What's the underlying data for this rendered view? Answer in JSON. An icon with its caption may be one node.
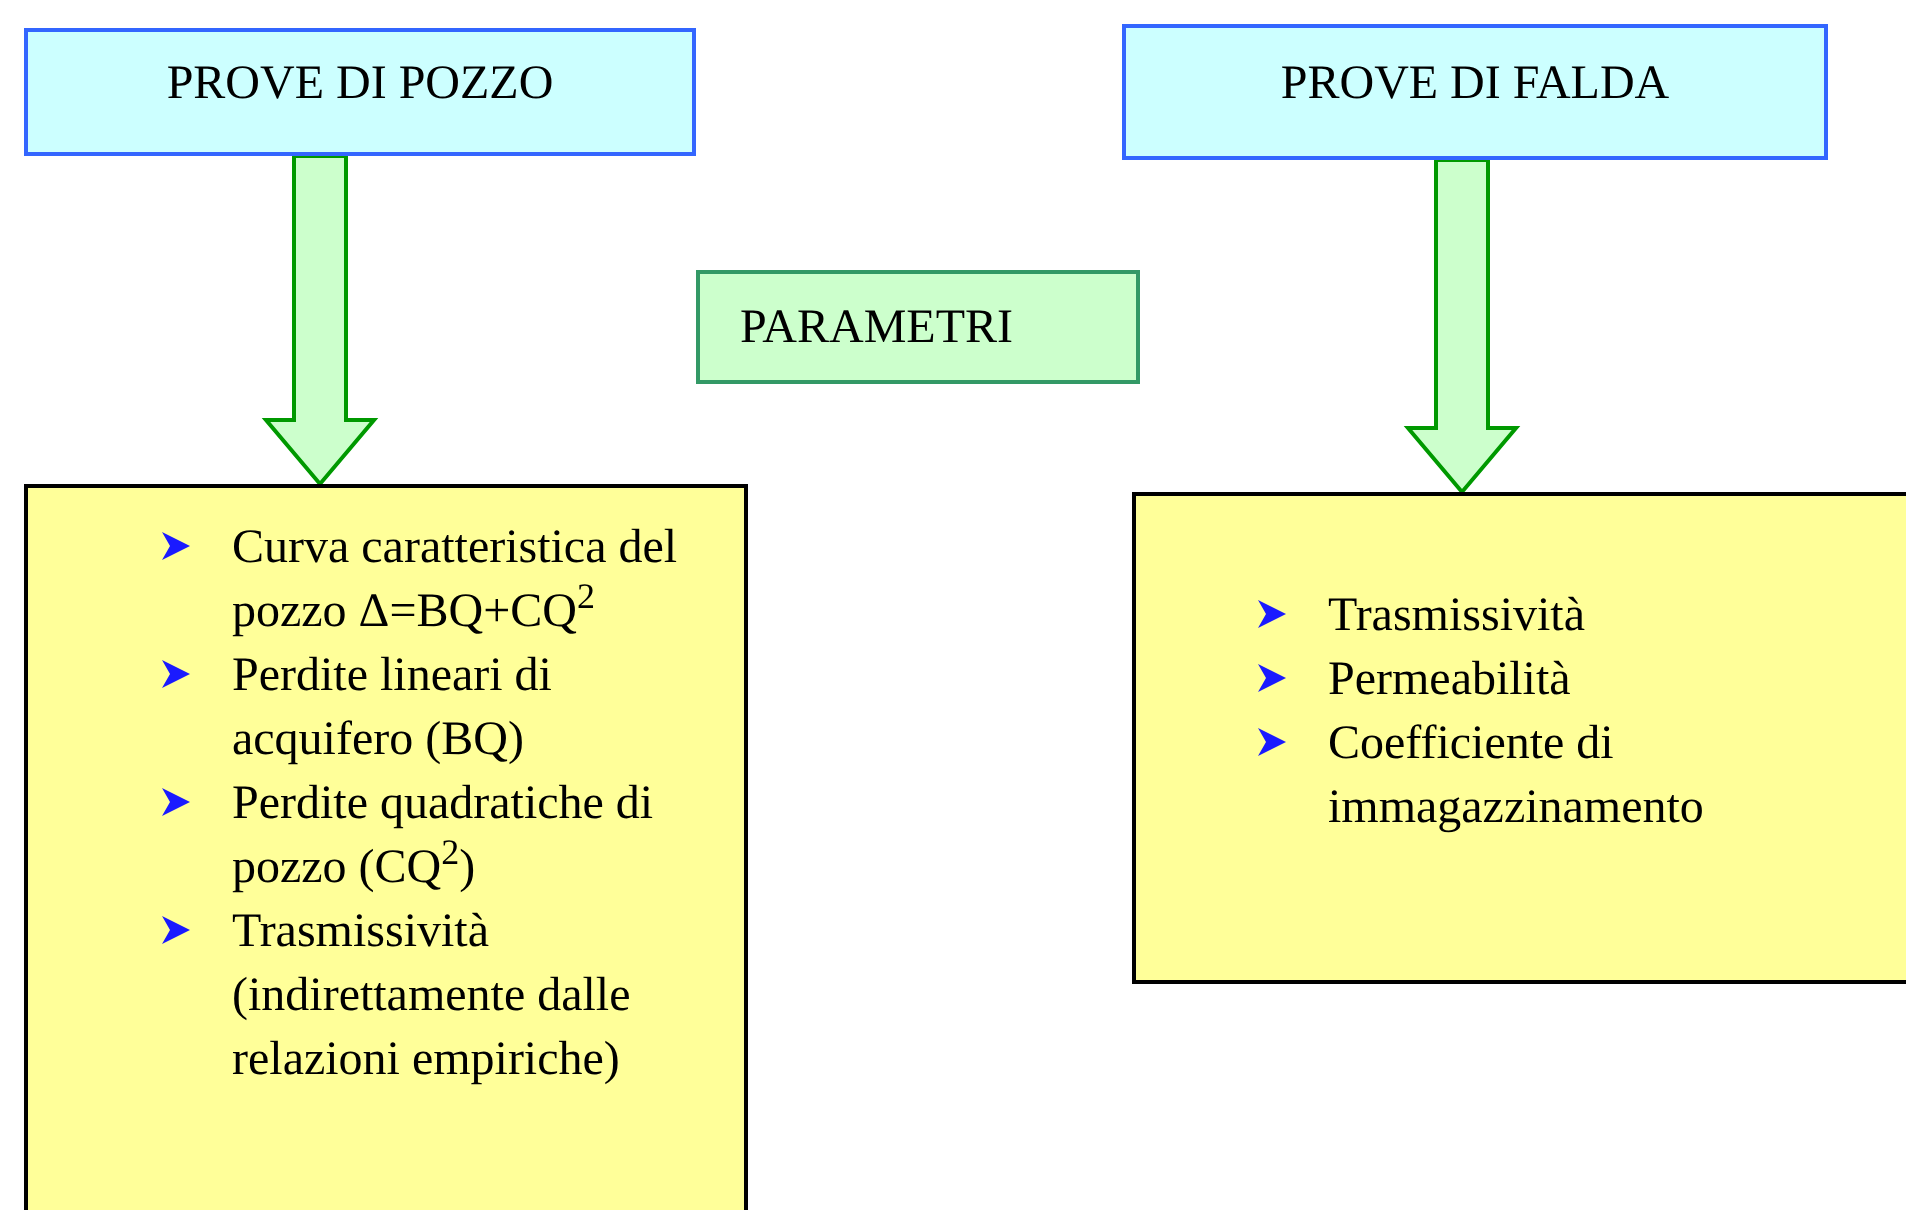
{
  "diagram": {
    "nodes": [
      {
        "text": [
          "PROVE DI POZZO"
        ]
      },
      {
        "text": [
          "PROVE DI FALDA"
        ]
      },
      {
        "text": [
          "PARAMETRI"
        ]
      },
      {
        "text": [
          "Curva caratteristica del pozzo Δ=BQ+CQ$^{2}$",
          "Perdite lineari di acquifero (BQ)",
          "Perdite quadratiche di pozzo (CQ$^{2}$)",
          "Trasmissività (indirettamente dalle relazioni empiriche)"
        ]
      },
      {
        "text": [
          "Trasmissività",
          "Permeabilità",
          "Coefficiente di immagazzinamento"
        ]
      }
    ],
    "edges": [
      {
        "from": 0,
        "to": 3,
        "arrow": "to"
      },
      {
        "from": 1,
        "to": 4,
        "arrow": "to"
      }
    ]
  }
}
